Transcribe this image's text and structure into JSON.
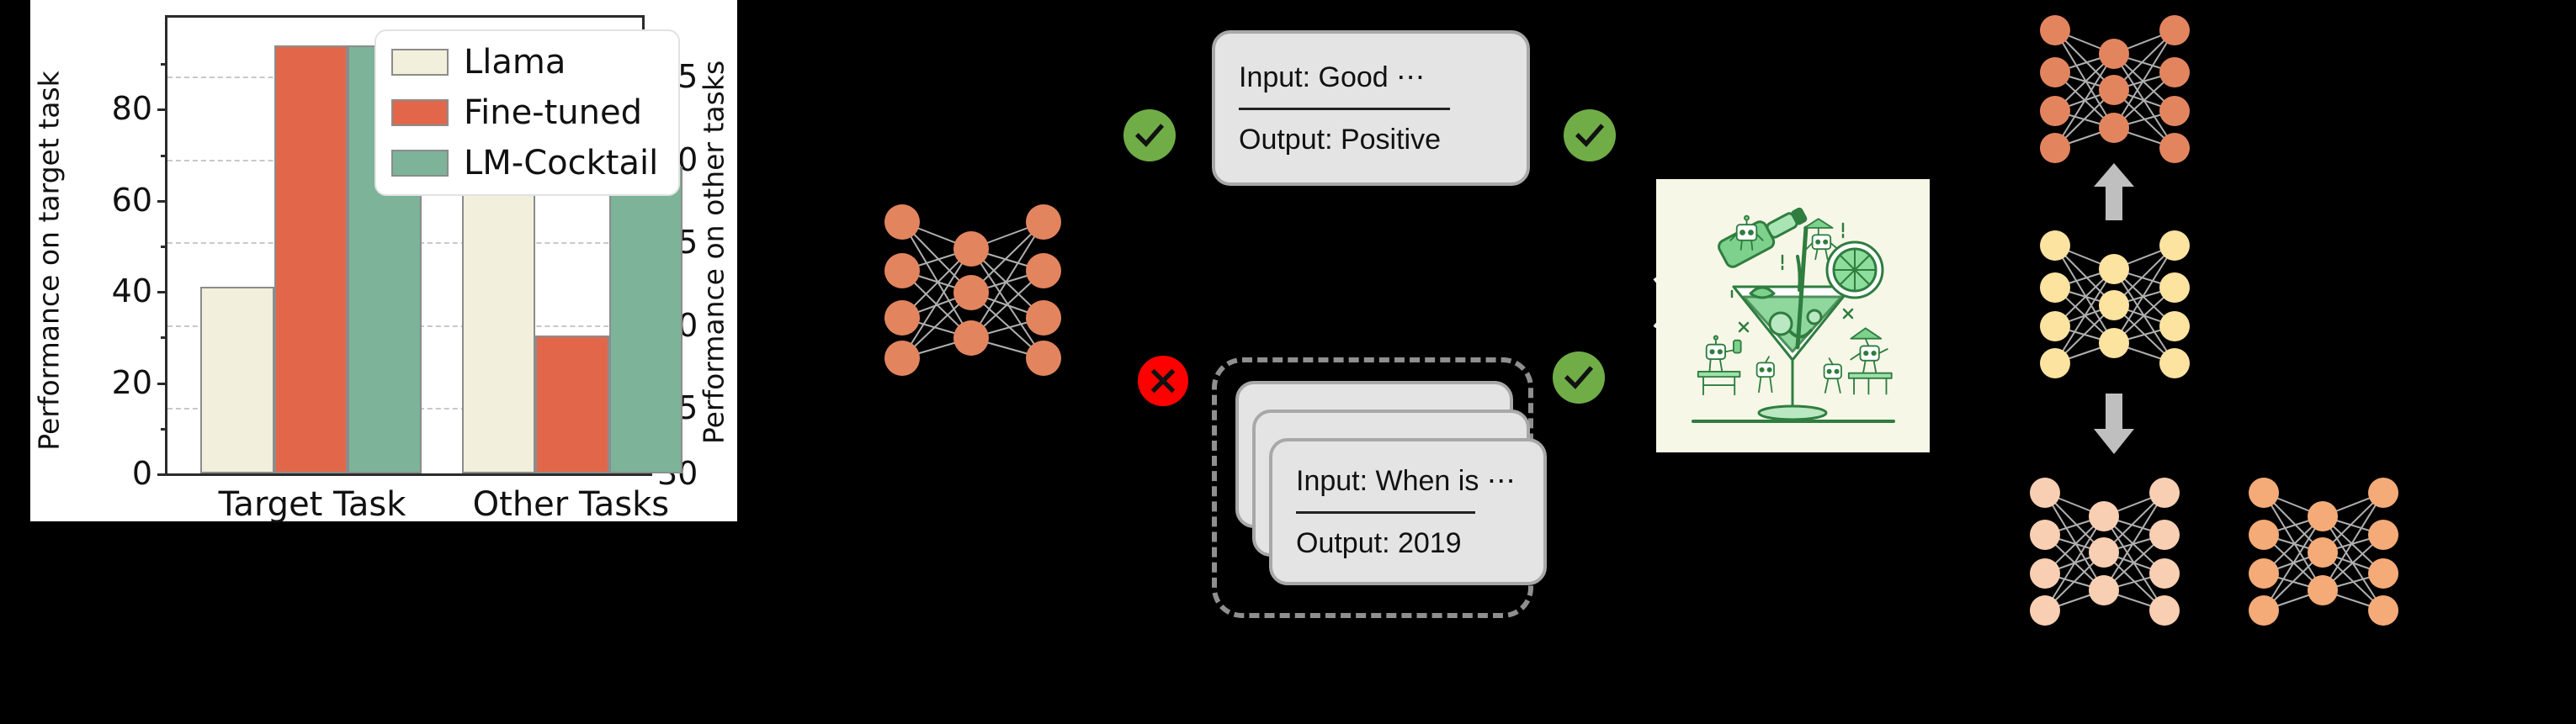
{
  "chart_data": {
    "type": "bar",
    "title": "",
    "xlabel": "",
    "categories": [
      "Target Task",
      "Other Tasks"
    ],
    "series": [
      {
        "name": "Llama",
        "color": "#f2efdc",
        "values": [
          41,
          47.0
        ]
      },
      {
        "name": "Fine-tuned",
        "color": "#e2674a",
        "values": [
          94,
          38.3
        ]
      },
      {
        "name": "LM-Cocktail",
        "color": "#7cb399",
        "values": [
          94,
          48.5
        ]
      }
    ],
    "left_axis": {
      "label": "Performance on target task",
      "ticks": [
        "0",
        "20",
        "40",
        "60",
        "80"
      ],
      "tick_values": [
        0,
        20,
        40,
        60,
        80
      ],
      "ylim": [
        0,
        100
      ],
      "applies_to": "Target Task"
    },
    "right_axis": {
      "label": "Performance on other tasks",
      "ticks": [
        "30",
        "35",
        "40",
        "45",
        "50",
        "55"
      ],
      "tick_values": [
        30,
        35,
        40,
        45,
        50,
        55
      ],
      "ylim": [
        30,
        57.5
      ],
      "applies_to": "Other Tasks"
    },
    "grid": true,
    "legend_position": "upper right",
    "legend": [
      "Llama",
      "Fine-tuned",
      "LM-Cocktail"
    ]
  },
  "diagram": {
    "base_model_label": "base-model-network",
    "cards": {
      "positive": {
        "input": "Input: Good ⋯",
        "output": "Output: Positive"
      },
      "other": {
        "input": "Input: When is ⋯",
        "output": "Output: 2019"
      }
    },
    "badges": {
      "check_left_top": "✓",
      "check_right_top": "✓",
      "cross_left_bottom": "✕",
      "check_right_bottom": "✓"
    },
    "colors": {
      "check_green": "#70ad47",
      "cross_red": "#ff0000",
      "card_fill": "#e4e4e4",
      "card_border": "#a8a8a8",
      "dashed_border": "#8f8f8f",
      "node_salmon": "#e2855f",
      "node_yellow": "#fde3a0",
      "node_peach_light": "#f8cfb3",
      "node_peach": "#f4ab77",
      "edge_gray": "#b0b0b0",
      "arrow_gray": "#bfbfbf",
      "cocktail_bg": "#f7f7e8",
      "cocktail_ink": "#2f7d3f"
    },
    "chevron_label": "chevron-right",
    "cocktail_label": "lm-cocktail-illustration"
  }
}
